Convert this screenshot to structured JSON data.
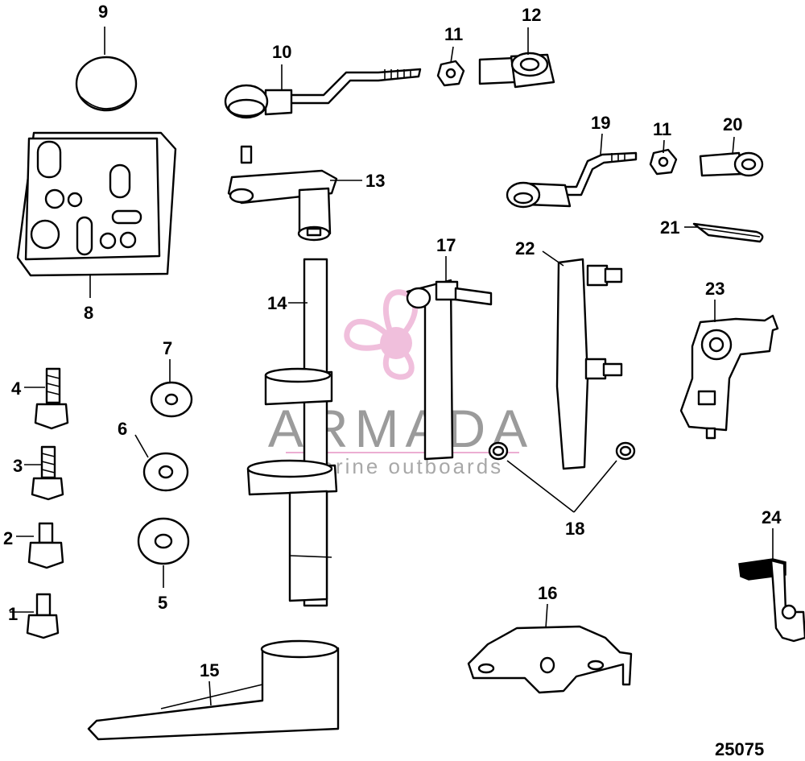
{
  "diagram": {
    "figure_number": "25075",
    "callouts": [
      "1",
      "2",
      "3",
      "4",
      "5",
      "6",
      "7",
      "8",
      "9",
      "10",
      "11",
      "11",
      "12",
      "13",
      "14",
      "15",
      "16",
      "17",
      "18",
      "19",
      "20",
      "21",
      "22",
      "23",
      "24"
    ]
  },
  "watermark": {
    "name": "ARMADA",
    "tagline": "marine outboards",
    "color": "#e58cc0"
  }
}
